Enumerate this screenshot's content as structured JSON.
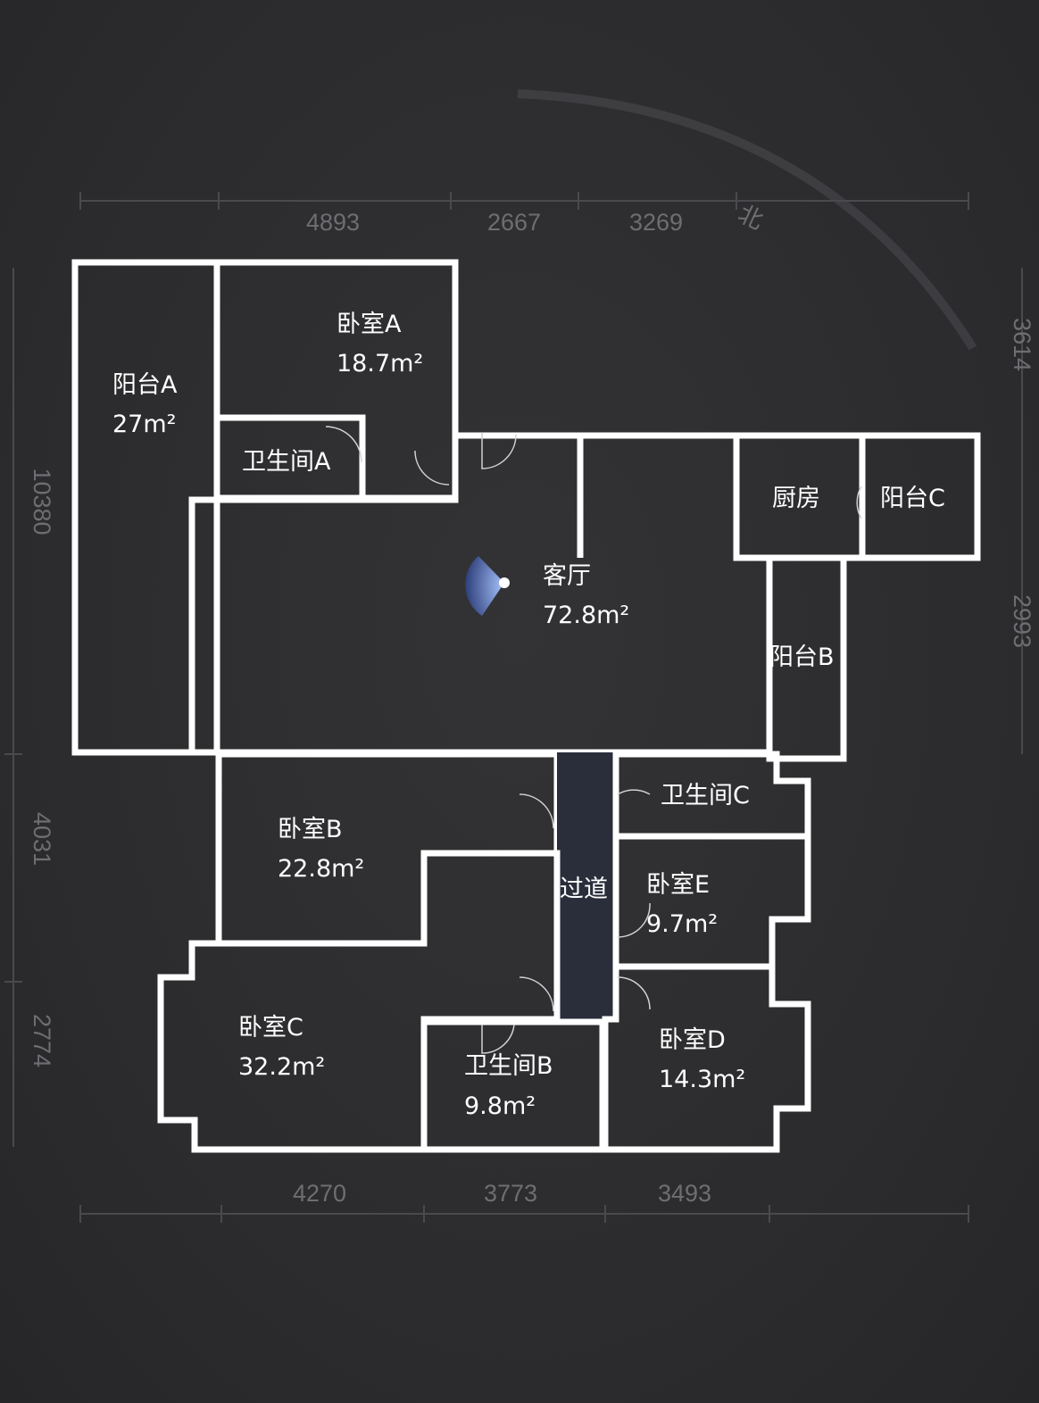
{
  "compass": {
    "label": "北"
  },
  "dimensions": {
    "top": [
      "4893",
      "2667",
      "3269"
    ],
    "bottom": [
      "4270",
      "3773",
      "3493"
    ],
    "left": [
      "10380",
      "4031",
      "2774"
    ],
    "right": [
      "3614",
      "2993"
    ]
  },
  "rooms": {
    "balcony_a": {
      "name": "阳台A",
      "area": "27m²"
    },
    "bedroom_a": {
      "name": "卧室A",
      "area": "18.7m²"
    },
    "bathroom_a": {
      "name": "卫生间A"
    },
    "living": {
      "name": "客厅",
      "area": "72.8m²"
    },
    "kitchen": {
      "name": "厨房"
    },
    "balcony_c": {
      "name": "阳台C"
    },
    "balcony_b": {
      "name": "阳台B"
    },
    "bedroom_b": {
      "name": "卧室B",
      "area": "22.8m²"
    },
    "corridor": {
      "name": "过道"
    },
    "bathroom_c": {
      "name": "卫生间C"
    },
    "bedroom_e": {
      "name": "卧室E",
      "area": "9.7m²"
    },
    "bedroom_c": {
      "name": "卧室C",
      "area": "32.2m²"
    },
    "bathroom_b": {
      "name": "卫生间B",
      "area": "9.8m²"
    },
    "bedroom_d": {
      "name": "卧室D",
      "area": "14.3m²"
    }
  },
  "colors": {
    "background": "#2d2d2f",
    "wall": "#ffffff",
    "living": "#2a2e3b",
    "bedroom": "#3b3b45",
    "wet": "#2d3345"
  }
}
